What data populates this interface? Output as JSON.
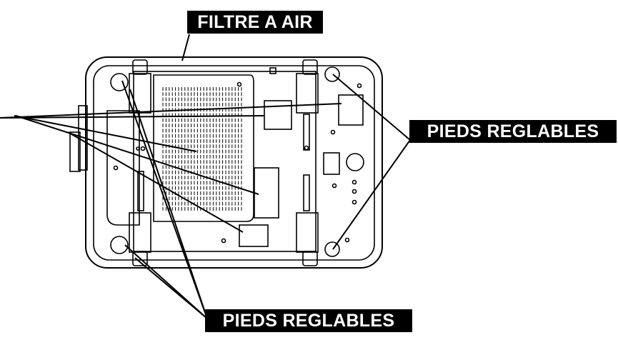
{
  "labels": {
    "air_filter": "FILTRE A AIR",
    "adjustable_feet_right": "PIEDS REGLABLES",
    "adjustable_feet_bottom": "PIEDS REGLABLES"
  },
  "colors": {
    "line": "#000000",
    "label_background": "#000000",
    "label_text": "#ffffff",
    "background": "#ffffff"
  }
}
